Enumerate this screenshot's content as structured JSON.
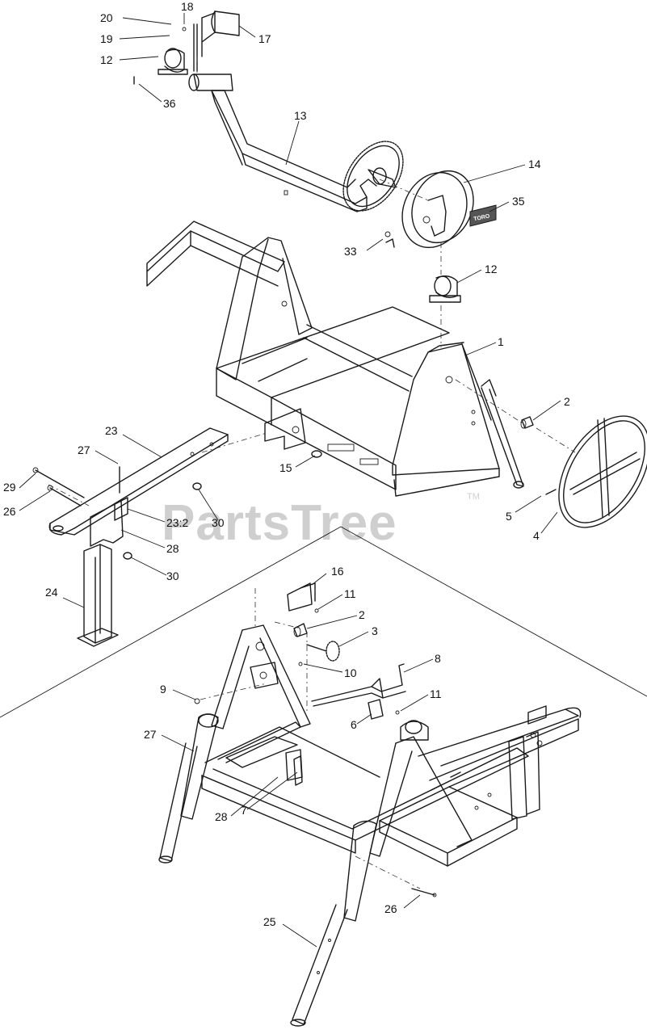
{
  "watermark": {
    "text": "PartsTree",
    "trademark": "TM"
  },
  "decal": {
    "text": "TORO"
  },
  "callouts": [
    {
      "id": "c20",
      "label": "20"
    },
    {
      "id": "c18",
      "label": "18"
    },
    {
      "id": "c19",
      "label": "19"
    },
    {
      "id": "c17",
      "label": "17"
    },
    {
      "id": "c12a",
      "label": "12"
    },
    {
      "id": "c36",
      "label": "36"
    },
    {
      "id": "c13",
      "label": "13"
    },
    {
      "id": "c14",
      "label": "14"
    },
    {
      "id": "c35",
      "label": "35"
    },
    {
      "id": "c33",
      "label": "33"
    },
    {
      "id": "c12b",
      "label": "12"
    },
    {
      "id": "c1",
      "label": "1"
    },
    {
      "id": "c2a",
      "label": "2"
    },
    {
      "id": "c23",
      "label": "23"
    },
    {
      "id": "c27a",
      "label": "27"
    },
    {
      "id": "c15",
      "label": "15"
    },
    {
      "id": "c29",
      "label": "29"
    },
    {
      "id": "c26a",
      "label": "26"
    },
    {
      "id": "c232",
      "label": "23:2"
    },
    {
      "id": "c30a",
      "label": "30"
    },
    {
      "id": "c5",
      "label": "5"
    },
    {
      "id": "c4",
      "label": "4"
    },
    {
      "id": "c28a",
      "label": "28"
    },
    {
      "id": "c30b",
      "label": "30"
    },
    {
      "id": "c24",
      "label": "24"
    },
    {
      "id": "c16",
      "label": "16"
    },
    {
      "id": "c11a",
      "label": "11"
    },
    {
      "id": "c2b",
      "label": "2"
    },
    {
      "id": "c3",
      "label": "3"
    },
    {
      "id": "c8",
      "label": "8"
    },
    {
      "id": "c10",
      "label": "10"
    },
    {
      "id": "c9",
      "label": "9"
    },
    {
      "id": "c11b",
      "label": "11"
    },
    {
      "id": "c6",
      "label": "6"
    },
    {
      "id": "c27b",
      "label": "27"
    },
    {
      "id": "c28b",
      "label": "28"
    },
    {
      "id": "c7",
      "label": "7"
    },
    {
      "id": "c26b",
      "label": "26"
    },
    {
      "id": "c25",
      "label": "25"
    }
  ]
}
